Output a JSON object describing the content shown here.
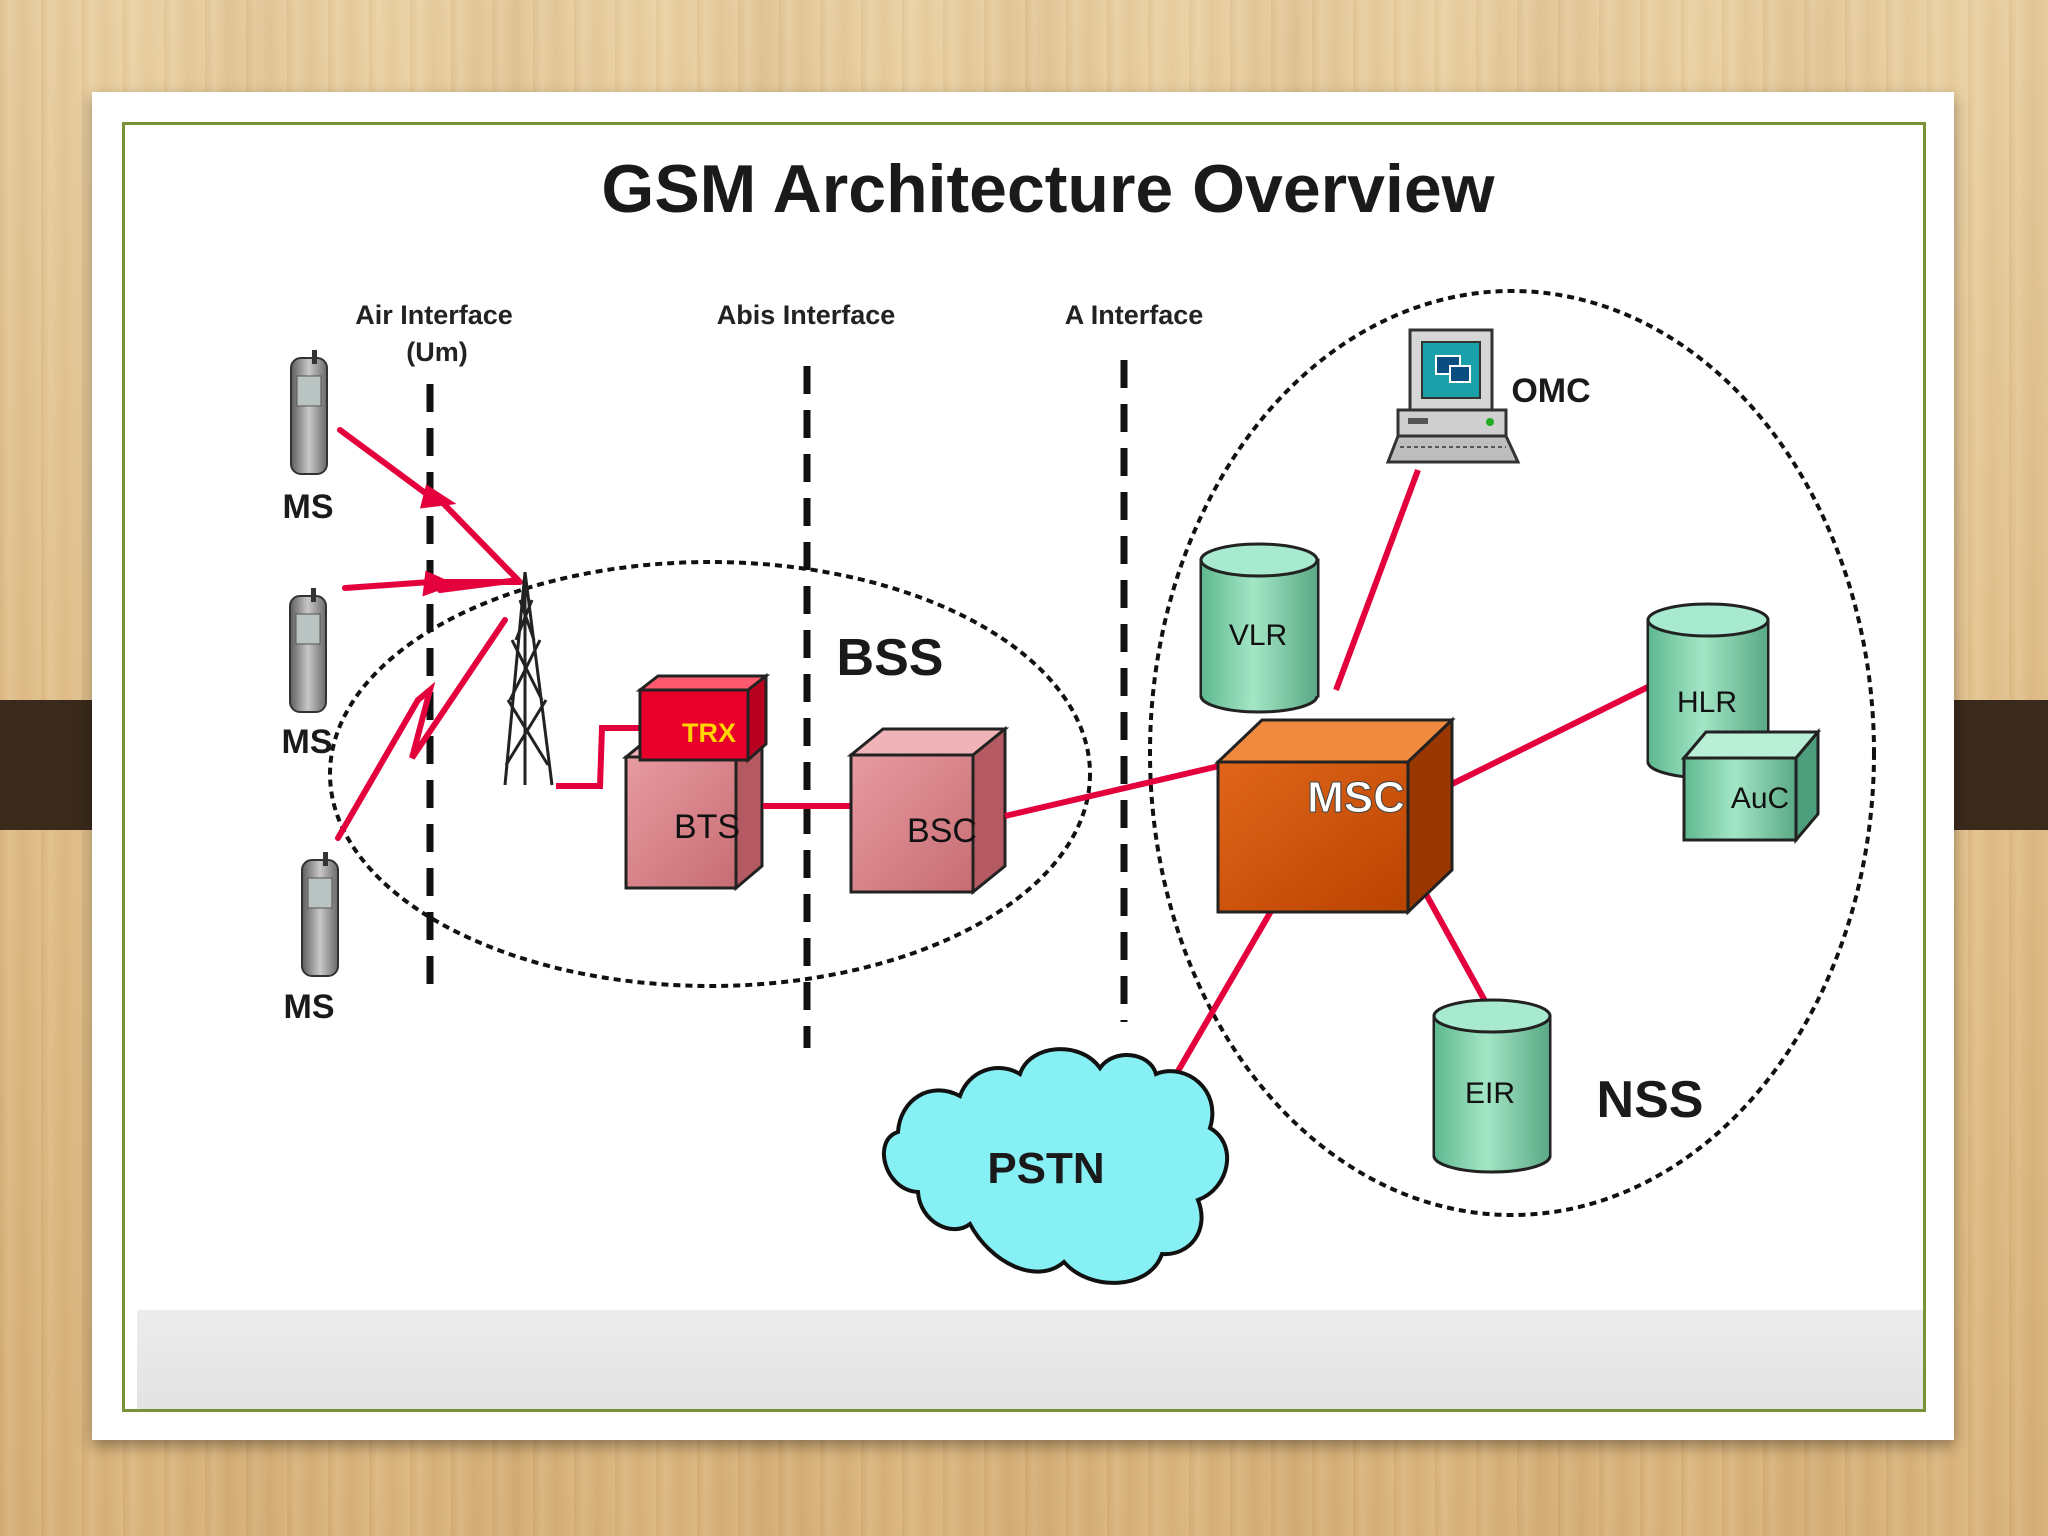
{
  "title": "GSM Architecture Overview",
  "interfaces": {
    "air": "Air Interface",
    "air_sub": "(Um)",
    "abis": "Abis Interface",
    "a": "A Interface"
  },
  "groups": {
    "bss": "BSS",
    "nss": "NSS"
  },
  "nodes": {
    "ms": "MS",
    "trx": "TRX",
    "bts": "BTS",
    "bsc": "BSC",
    "msc": "MSC",
    "vlr": "VLR",
    "omc": "OMC",
    "hlr": "HLR",
    "auc": "AuC",
    "eir": "EIR",
    "pstn": "PSTN"
  },
  "colors": {
    "link": "#e3003c",
    "trx": "#e8002a",
    "trx_text": "#ffd400",
    "bts_bsc": "#d98086",
    "msc": "#cc4f00",
    "db": "#86d6b2",
    "pstn": "#86f0f4",
    "frame": "#7b9137"
  },
  "icons": [
    "mobile-phone-icon",
    "antenna-tower-icon",
    "computer-terminal-icon",
    "cloud-shape"
  ]
}
